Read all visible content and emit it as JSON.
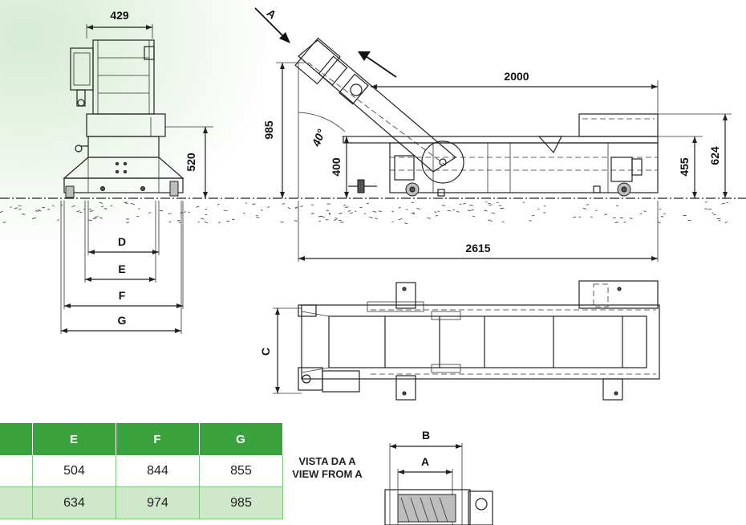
{
  "dimensions": {
    "top_width": "429",
    "length_total": "2000",
    "length_overall": "2615",
    "height_inlet": "985",
    "height_frame": "520",
    "height_low": "400",
    "height_right_low": "455",
    "height_right_high": "624",
    "angle": "40°"
  },
  "labels": {
    "view_arrow": "A",
    "dim_d": "D",
    "dim_e": "E",
    "dim_f": "F",
    "dim_g": "G",
    "dim_c": "C",
    "dim_a": "A",
    "dim_b": "B"
  },
  "view_from": {
    "line1": "VISTA DA A",
    "line2": "VIEW FROM A"
  },
  "table": {
    "headers": [
      "E",
      "F",
      "G"
    ],
    "rows": [
      [
        "504",
        "844",
        "855"
      ],
      [
        "634",
        "974",
        "985"
      ]
    ]
  },
  "colors": {
    "header_green": "#3aa33e",
    "row_alt_green": "#cfe8c9",
    "accent_wash": "#d6ecd3"
  }
}
